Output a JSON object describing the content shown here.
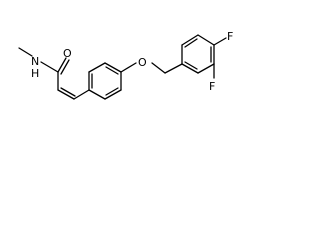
{
  "molecule": {
    "atoms": {
      "nitrogen": "N",
      "hydrogen": "H",
      "carbonyl_oxygen": "O",
      "ether_oxygen": "O",
      "fluorine_top": "F",
      "fluorine_bottom": "F"
    },
    "colors": {
      "bond": "#000000",
      "label": "#000000",
      "background": "#ffffff"
    }
  }
}
